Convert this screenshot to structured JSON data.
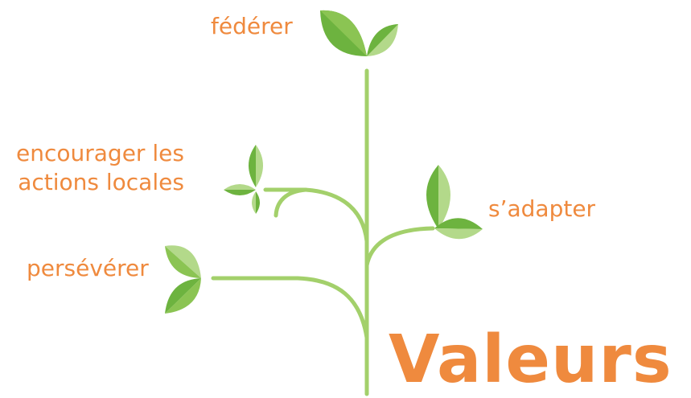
{
  "labels": {
    "federer": "fédérer",
    "encourager_line1": "encourager les",
    "encourager_line2": "actions locales",
    "adapter": "s’adapter",
    "perseverer": "persévérer"
  },
  "title": "Valeurs",
  "colors": {
    "text": "#ef8a3e",
    "stem": "#a3d06b",
    "leaf_dark": "#6db33f",
    "leaf_light": "#b3d98a"
  }
}
